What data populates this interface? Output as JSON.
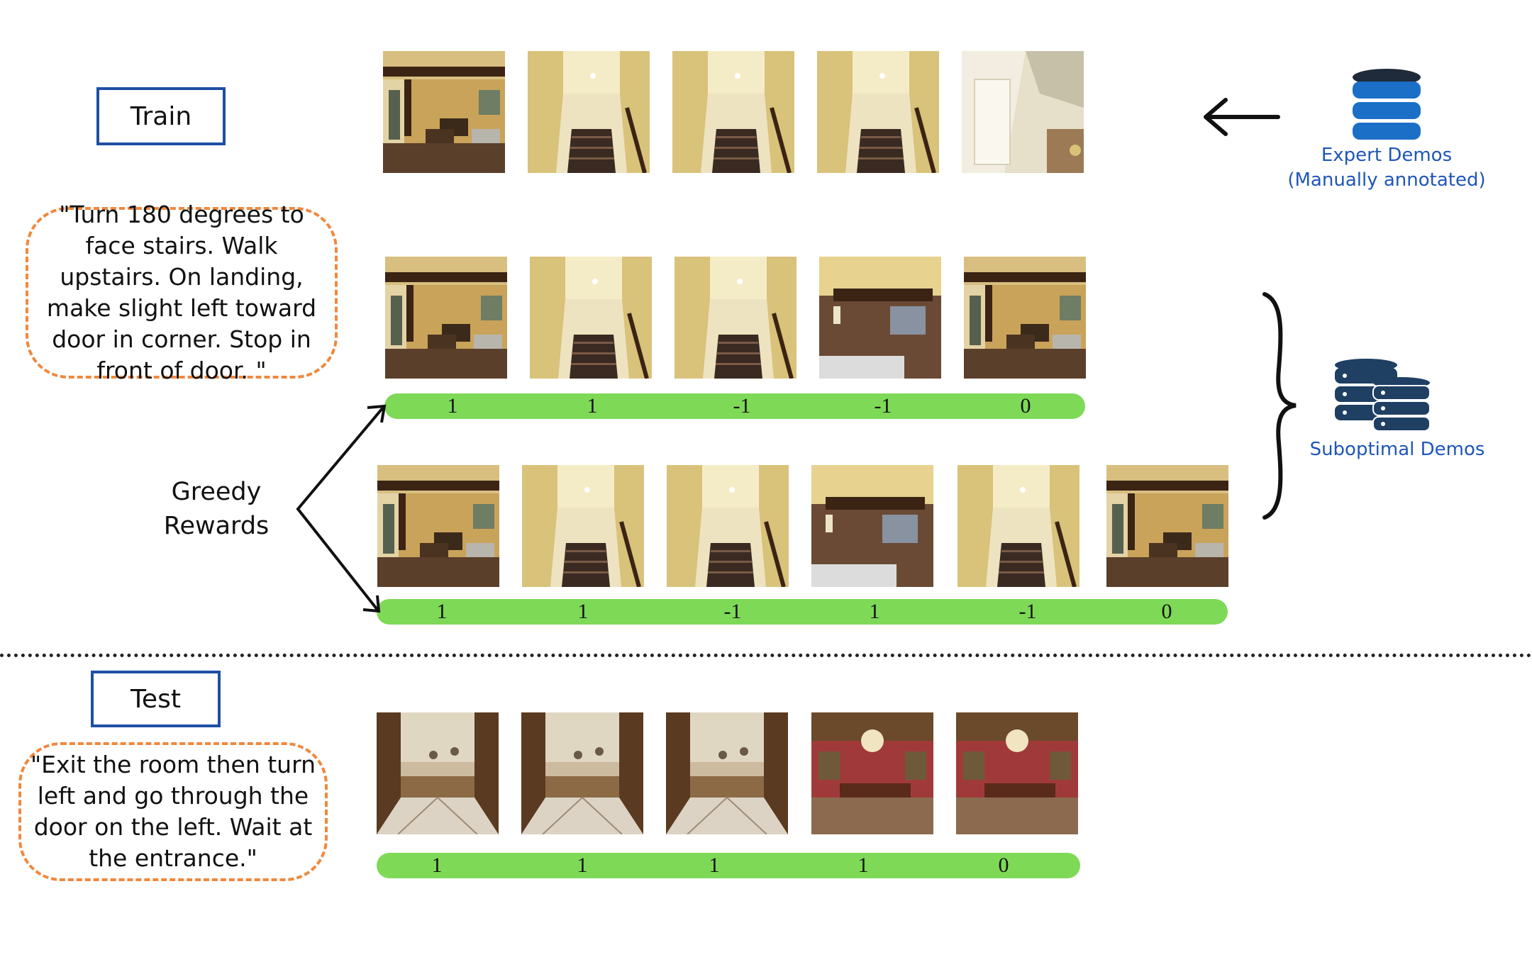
{
  "labels": {
    "train": "Train",
    "test": "Test"
  },
  "instructions": {
    "train": "\"Turn 180 degrees to face stairs. Walk upstairs. On landing, make slight left toward door in corner. Stop in front of door. \"",
    "test": "\"Exit the room then turn left and go through the door on the left. Wait at the entrance.\""
  },
  "legend": {
    "expert_line1": "Expert Demos",
    "expert_line2": "(Manually annotated)",
    "suboptimal": "Suboptimal Demos",
    "greedy_line1": "Greedy",
    "greedy_line2": "Rewards"
  },
  "rows": {
    "expert": {
      "frames": [
        "living",
        "stairs",
        "stairs",
        "stairs",
        "ceiling"
      ]
    },
    "sub1": {
      "frames": [
        "living",
        "stairs",
        "stairs",
        "landing",
        "living"
      ],
      "rewards": [
        "1",
        "1",
        "-1",
        "-1",
        "0"
      ]
    },
    "sub2": {
      "frames": [
        "living",
        "stairs",
        "stairs",
        "landing",
        "stairs",
        "living"
      ],
      "rewards": [
        "1",
        "1",
        "-1",
        "1",
        "-1",
        "0"
      ]
    },
    "test": {
      "frames": [
        "hall",
        "hall",
        "hall",
        "redroom",
        "redroom"
      ],
      "rewards": [
        "1",
        "1",
        "1",
        "1",
        "0"
      ]
    }
  },
  "colors": {
    "accent_blue": "#1f4fa5",
    "reward_green": "#7ed957",
    "instruction_border": "#f0883e"
  }
}
